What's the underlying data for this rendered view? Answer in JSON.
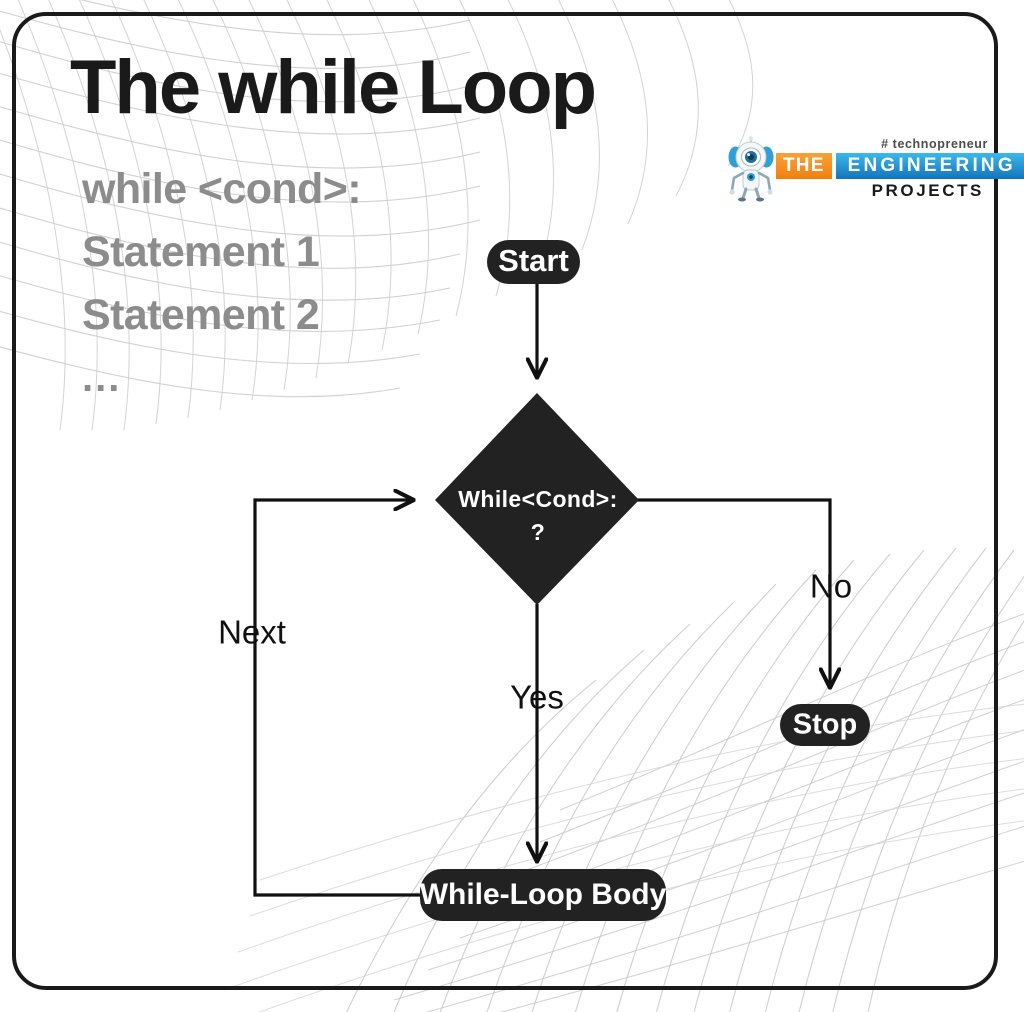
{
  "page": {
    "title": "The while Loop",
    "background_color": "#ffffff",
    "border_color": "#1a1a1a"
  },
  "code_snippet": {
    "lines": [
      "while <cond>:",
      "Statement 1",
      "Statement 2",
      "..."
    ],
    "color": "#8c8c8c"
  },
  "logo": {
    "robot_icon": "robot-mascot-icon",
    "tagline": "# technopreneur",
    "word_the": "THE",
    "word_engineering": "ENGINEERING",
    "word_projects": "PROJECTS",
    "orange": "#f2800d",
    "blue": "#1374bb"
  },
  "flowchart": {
    "nodes": {
      "start": {
        "label": "Start",
        "shape": "pill"
      },
      "decision": {
        "line1": "While<Cond>:",
        "line2": "?",
        "shape": "diamond"
      },
      "body": {
        "label": "While-Loop Body",
        "shape": "rounded-rect"
      },
      "stop": {
        "label": "Stop",
        "shape": "pill"
      }
    },
    "edge_labels": {
      "yes": "Yes",
      "no": "No",
      "next": "Next"
    },
    "node_fill": "#222222",
    "line_color": "#111111"
  }
}
